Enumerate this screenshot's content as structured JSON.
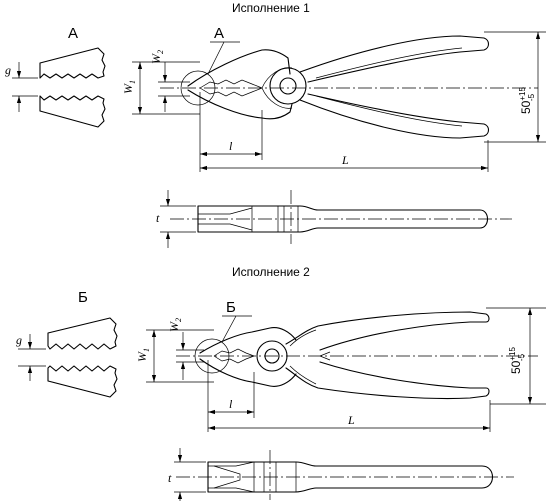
{
  "variant_1": {
    "title": "Исполнение 1",
    "detail_letter": "А",
    "callout_letter": "А",
    "jaw_gap_label": "g",
    "w1_label": "W",
    "w1_index": "1",
    "w2_label": "W",
    "w2_index": "2",
    "l_label": "l",
    "L_label": "L",
    "t_label": "t",
    "tolerance_base": "50",
    "tolerance_upper": "+15",
    "tolerance_lower": "-5"
  },
  "variant_2": {
    "title": "Исполнение 2",
    "detail_letter": "Б",
    "callout_letter": "Б",
    "jaw_gap_label": "g",
    "w1_label": "W",
    "w1_index": "1",
    "w2_label": "W",
    "w2_index": "2",
    "l_label": "l",
    "L_label": "L",
    "t_label": "t",
    "tolerance_base": "50",
    "tolerance_upper": "+15",
    "tolerance_lower": "-5"
  }
}
